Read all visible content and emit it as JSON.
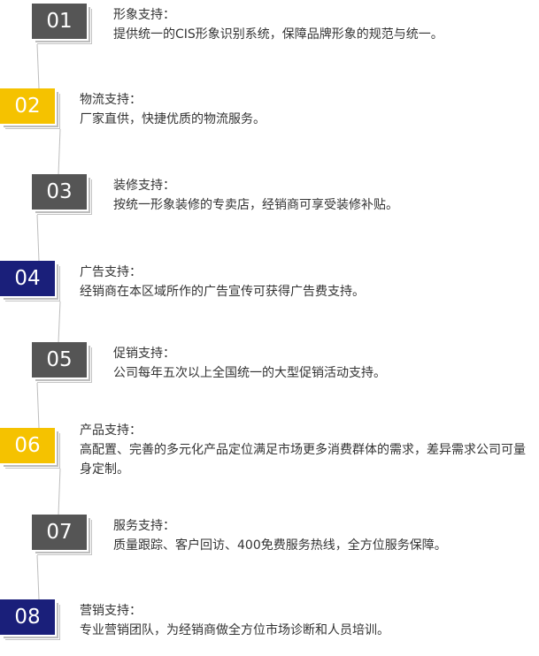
{
  "items": [
    {
      "number": "01",
      "title": "形象支持：",
      "desc": "提供统一的CIS形象识别系统，保障品牌形象的规范与统一。",
      "color": "#555555"
    },
    {
      "number": "02",
      "title": "物流支持：",
      "desc": "厂家直供，快捷优质的物流服务。",
      "color": "#f5c200"
    },
    {
      "number": "03",
      "title": "装修支持：",
      "desc": "按统一形象装修的专卖店，经销商可享受装修补贴。",
      "color": "#555555"
    },
    {
      "number": "04",
      "title": "广告支持：",
      "desc": "经销商在本区域所作的广告宣传可获得广告费支持。",
      "color": "#1a1f7a"
    },
    {
      "number": "05",
      "title": "促销支持：",
      "desc": "公司每年五次以上全国统一的大型促销活动支持。",
      "color": "#555555"
    },
    {
      "number": "06",
      "title": "产品支持：",
      "desc": "高配置、完善的多元化产品定位满足市场更多消费群体的需求，差异需求公司可量身定制。",
      "color": "#f5c200"
    },
    {
      "number": "07",
      "title": "服务支持：",
      "desc": "质量跟踪、客户回访、400免费服务热线，全方位服务保障。",
      "color": "#555555"
    },
    {
      "number": "08",
      "title": "营销支持：",
      "desc": "专业营销团队，为经销商做全方位市场诊断和人员培训。",
      "color": "#1a1f7a"
    }
  ]
}
